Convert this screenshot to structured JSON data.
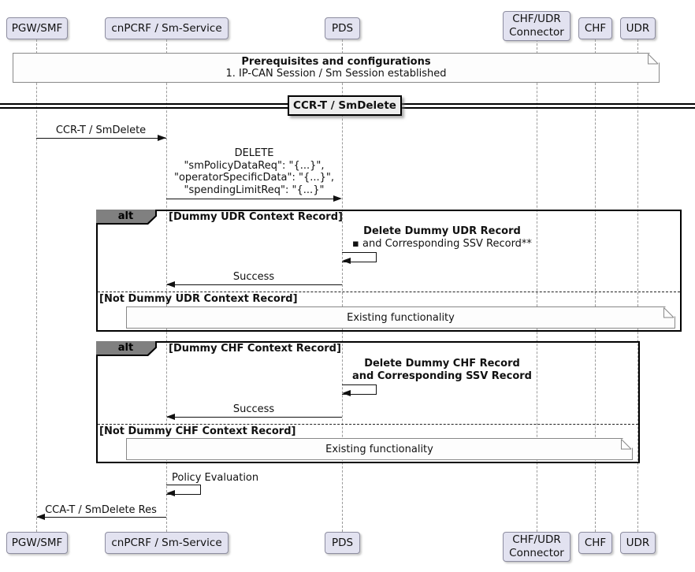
{
  "diagram_type": "uml-sequence-diagram",
  "colors": {
    "participant_fill": "#E2E2F0",
    "participant_border": "#8D8DA0",
    "lifeline": "#9A9A9A",
    "frame_border": "#000000",
    "frame_header_fill": "#808080",
    "note_fill": "#FDFDFD",
    "note_border": "#888888",
    "divider_box_fill": "#EEEEEE",
    "text": "#111111"
  },
  "participants": [
    {
      "label": "PGW/SMF"
    },
    {
      "label": "cnPCRF / Sm-Service"
    },
    {
      "label": "PDS"
    },
    {
      "label": "CHF/UDR\nConnector"
    },
    {
      "label": "CHF"
    },
    {
      "label": "UDR"
    }
  ],
  "top_note": {
    "title": "Prerequisites and configurations",
    "body": "1. IP-CAN Session / Sm Session established"
  },
  "divider": {
    "label": "CCR-T / SmDelete"
  },
  "messages": {
    "ccr_request": "CCR-T / SmDelete",
    "delete_lines": [
      "DELETE",
      "\"smPolicyDataReq\": \"{...}\",",
      "\"operatorSpecificData\": \"{...}\",",
      "\"spendingLimitReq\": \"{...}\""
    ],
    "policy_evaluation": "Policy Evaluation",
    "cca_response": "CCA-T / SmDelete Res"
  },
  "frames": [
    {
      "operator": "alt",
      "guard_if": "[Dummy UDR Context Record]",
      "self_message_line1": "Delete Dummy UDR Record",
      "self_message_line2": "▪ and Corresponding SSV Record**",
      "response": "Success",
      "guard_else": "[Not Dummy UDR Context Record]",
      "note": "Existing functionality"
    },
    {
      "operator": "alt",
      "guard_if": "[Dummy CHF Context Record]",
      "self_message_line1": "Delete Dummy CHF Record",
      "self_message_line2": "and Corresponding SSV Record",
      "response": "Success",
      "guard_else": "[Not Dummy CHF Context Record]",
      "note": "Existing functionality"
    }
  ]
}
